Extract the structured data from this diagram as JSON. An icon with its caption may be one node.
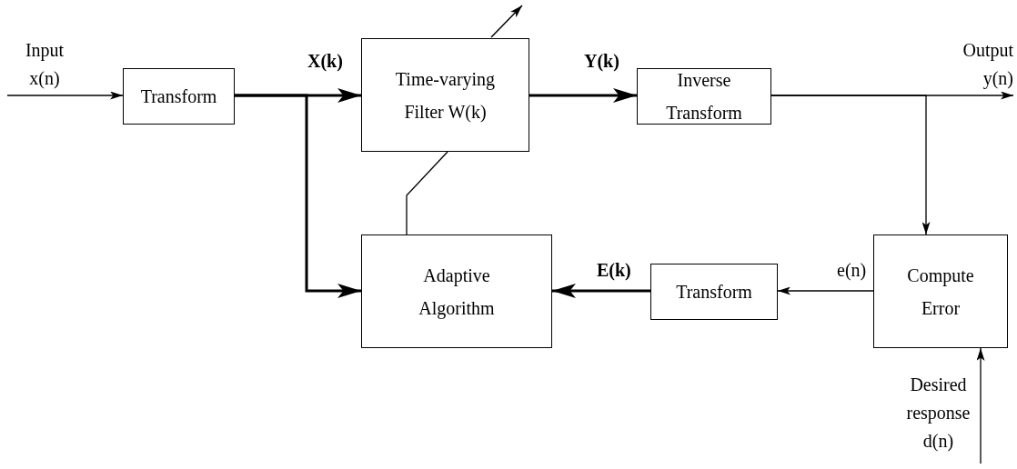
{
  "diagram": {
    "nodes": [
      {
        "text": [
          "Transform"
        ]
      },
      {
        "text": [
          "Time-varying Filter W(k)"
        ]
      },
      {
        "text": [
          "Inverse Transform"
        ]
      },
      {
        "text": [
          "Adaptive Algorithm"
        ]
      },
      {
        "text": [
          "Transform"
        ]
      },
      {
        "text": [
          "Compute Error"
        ]
      },
      {
        "text": [
          "Input x(n)"
        ]
      },
      {
        "text": [
          "Output y(n)"
        ]
      },
      {
        "text": [
          "Desired response d(n)"
        ]
      }
    ],
    "edges": [
      {
        "from": 6,
        "to": 0,
        "arrow": "to"
      },
      {
        "from": 0,
        "to": 1,
        "arrow": "to",
        "style": "thick",
        "label": "X(k)"
      },
      {
        "from": 0,
        "to": 3,
        "arrow": "to",
        "style": "thick"
      },
      {
        "from": 1,
        "to": 2,
        "arrow": "to",
        "style": "thick",
        "label": "Y(k)"
      },
      {
        "from": 2,
        "to": 7,
        "arrow": "to"
      },
      {
        "from": 2,
        "to": 5,
        "arrow": "to"
      },
      {
        "from": 5,
        "to": 4,
        "arrow": "to",
        "label": "e(n)"
      },
      {
        "from": 4,
        "to": 3,
        "arrow": "to",
        "style": "thick",
        "label": "E(k)"
      },
      {
        "from": 3,
        "to": 1,
        "arrow": "none"
      },
      {
        "from": 8,
        "to": 5,
        "arrow": "to"
      }
    ]
  }
}
